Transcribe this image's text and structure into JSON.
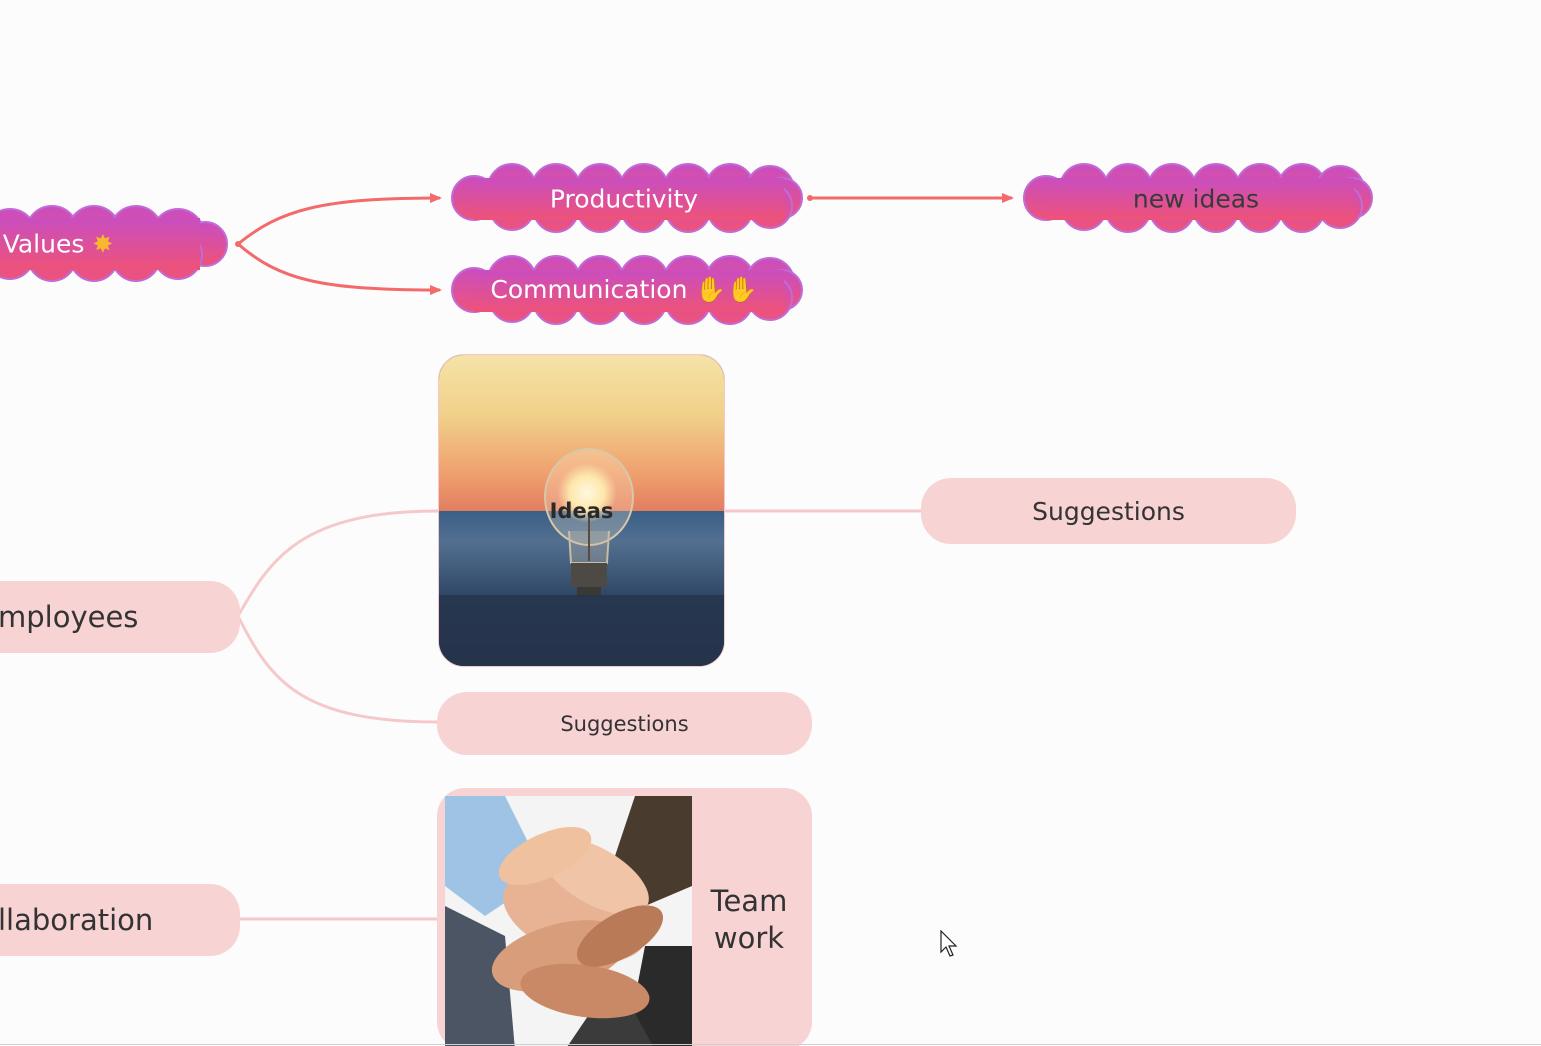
{
  "map": {
    "values_topic": {
      "label": "Values",
      "icon": "sparkle-icon"
    },
    "productivity": {
      "label": "Productivity"
    },
    "communication": {
      "label": "Communication",
      "icon": "raised-hands-icon"
    },
    "new_ideas": {
      "label": "new ideas"
    },
    "ideas_image_node": {
      "label": "Ideas",
      "image": "lightbulb-sunset-photo"
    },
    "suggestions_right": {
      "label": "Suggestions"
    },
    "employees_topic": {
      "label": "mployees"
    },
    "suggestions_below": {
      "label": "Suggestions"
    },
    "collaboration_topic": {
      "label": "llaboration"
    },
    "team_work": {
      "label_line1": "Team",
      "label_line2": "work",
      "image": "stacked-hands-photo"
    }
  },
  "colors": {
    "cloud_top": "#c94ec0",
    "cloud_bottom": "#ee5278",
    "cloud_border": "#c06bd6",
    "arrow": "#f26a6a",
    "pill_fill": "#f8d3d4",
    "pill_line": "#f5c9cb",
    "background": "#fdfcfc"
  }
}
